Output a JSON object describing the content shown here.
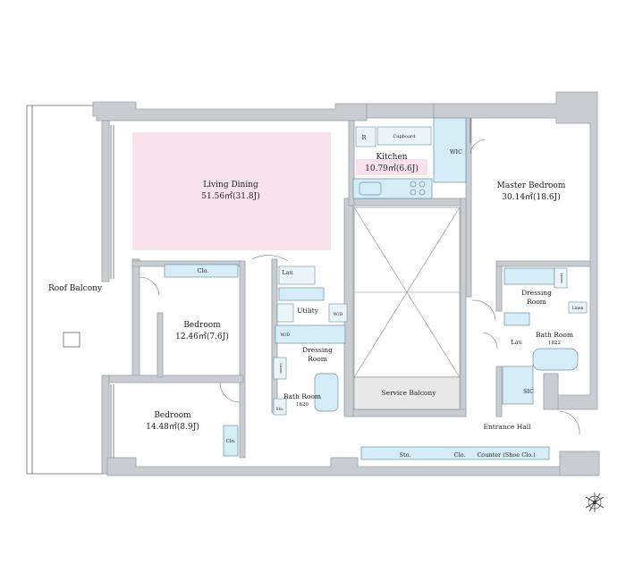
{
  "rooms": {
    "roof_balcony": "Roof Balcony",
    "living_dining": "Living Dining",
    "living_dining_area": "51.56㎡(31.8J)",
    "kitchen": "Kitchen",
    "kitchen_area": "10.79㎡(6.6J)",
    "master_bedroom": "Master Bedroom",
    "master_bedroom_area": "30.14㎡(18.6J)",
    "bedroom_1": "Bedroom",
    "bedroom_1_area": "12.46㎡(7.6J)",
    "bedroom_2": "Bedroom",
    "bedroom_2_area": "14.48㎡(8.9J)",
    "utility": "Utility",
    "dressing_room_1_line1": "Dressing",
    "dressing_room_1_line2": "Room",
    "dressing_room_2_line1": "Dressing",
    "dressing_room_2_line2": "Room",
    "bath_room_1": "Bath Room",
    "bath_room_1_size": "1620",
    "bath_room_2": "Bath Room",
    "bath_room_2_size": "1822",
    "service_balcony": "Service Balcony",
    "entrance_hall": "Entrance Hall"
  },
  "fixtures": {
    "cupboard": "Cupboard",
    "fridge": "R",
    "wic": "WIC",
    "sic": "SIC",
    "lav_1": "Lav.",
    "lav_2": "Lav.",
    "wd_1": "W/D",
    "wd_2": "W/D",
    "clo_1": "Clo.",
    "clo_2": "Clo.",
    "clo_3": "Clo.",
    "sto_1": "Sto.",
    "sto_2": "Sto.",
    "linen_1": "Linen",
    "linen_2": "Linen",
    "linen_3": "Linen",
    "counter": "Counter (Shoe Clo.)"
  },
  "colors": {
    "living_highlight": "#f7e1ea",
    "wall": "#c9cdd1",
    "fixture": "#d6ecf7"
  }
}
